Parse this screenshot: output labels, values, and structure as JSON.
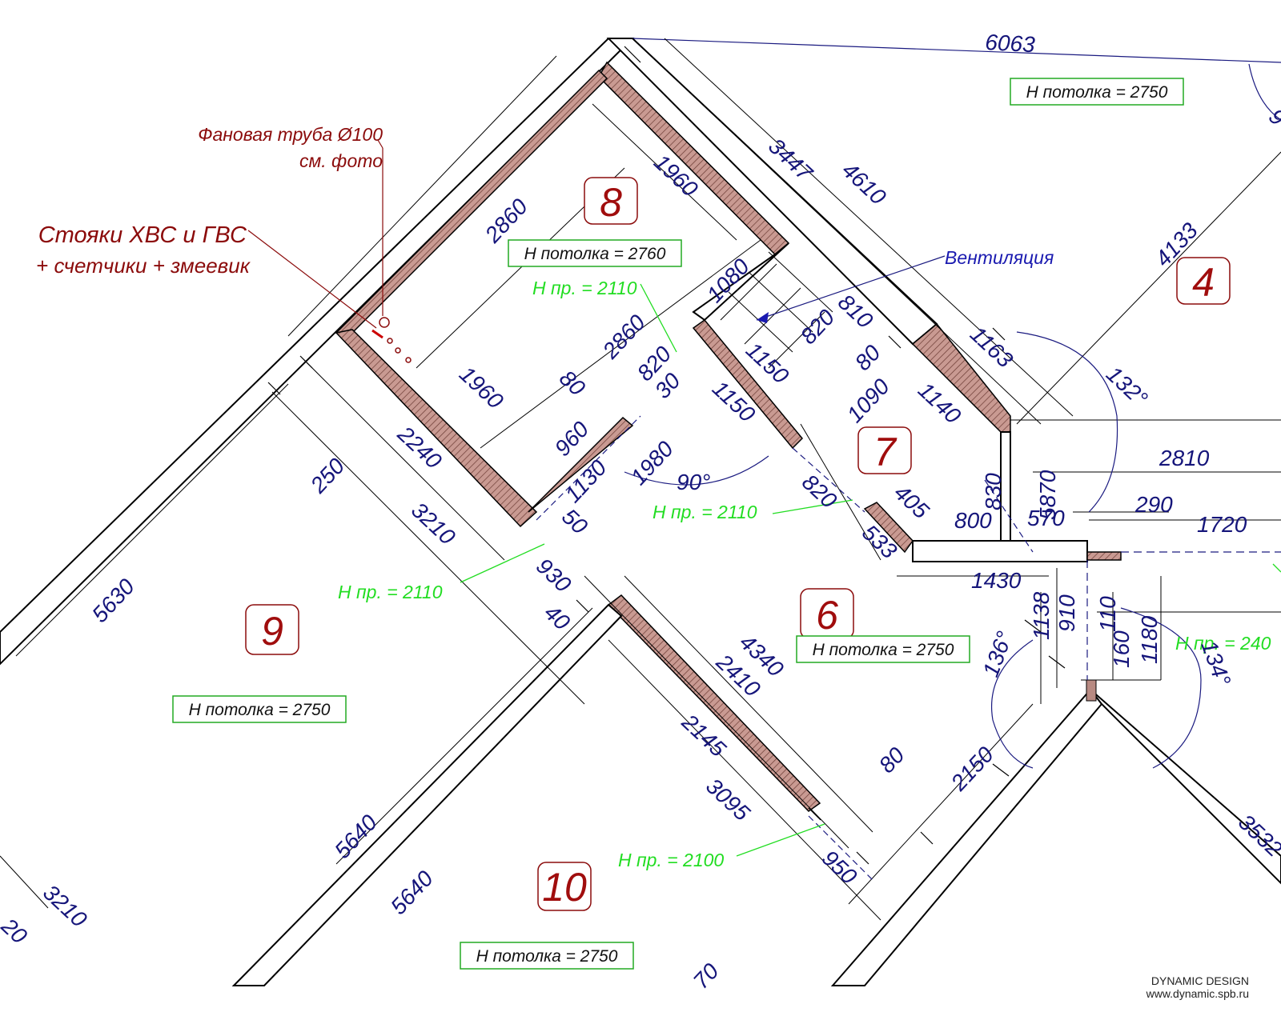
{
  "rooms": [
    {
      "number": "8",
      "ceiling": "Н потолка = 2760"
    },
    {
      "number": "7"
    },
    {
      "number": "4",
      "ceiling": "Н потолка = 2750"
    },
    {
      "number": "9",
      "ceiling": "Н потолка = 2750"
    },
    {
      "number": "6",
      "ceiling": "Н потолка = 2750"
    },
    {
      "number": "10",
      "ceiling": "Н потолка = 2750"
    }
  ],
  "openings": [
    "Н пр. =  2110",
    "Н пр. =  2110",
    "Н пр. =  2110",
    "Н пр. =  2100",
    "Н пр. =  240"
  ],
  "notes": {
    "fan_pipe_1": "Фановая труба  Ø100",
    "fan_pipe_2": "см. фото",
    "risers_1": "Стояки ХВС  и ГВС",
    "risers_2": "+ счетчики + змеевик",
    "ventilation": "Вентиляция"
  },
  "dimensions": [
    "6063",
    "3447",
    "4610",
    "4133",
    "1960",
    "2860",
    "1080",
    "2860",
    "820",
    "820",
    "810",
    "80",
    "1163",
    "80",
    "1150",
    "1150",
    "1090",
    "1140",
    "30",
    "960",
    "1980",
    "1130",
    "1960",
    "2240",
    "250",
    "3210",
    "5630",
    "50",
    "930",
    "40",
    "820",
    "405",
    "533",
    "800",
    "830",
    "5870",
    "570",
    "2810",
    "290",
    "1720",
    "1430",
    "1138",
    "910",
    "110",
    "160",
    "1180",
    "4340",
    "2410",
    "2145",
    "3095",
    "80",
    "2150",
    "950",
    "5640",
    "5640",
    "3210",
    "3532",
    "70",
    "20"
  ],
  "angles": [
    "90°",
    "132°",
    "136°",
    "134°",
    "9"
  ],
  "footer": {
    "line1": "DYNAMIC DESIGN",
    "line2": "www.dynamic.spb.ru"
  }
}
